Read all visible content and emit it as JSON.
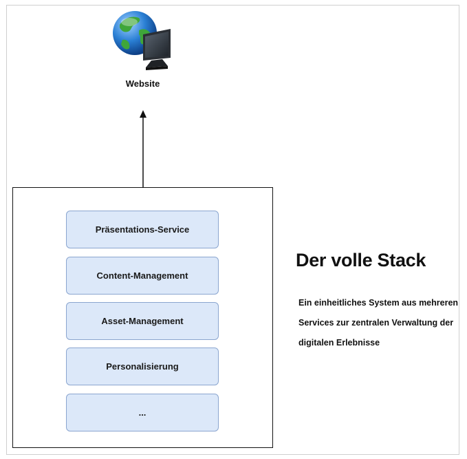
{
  "website": {
    "label": "Website",
    "icon": "globe-monitor-icon"
  },
  "stack": {
    "layers": [
      {
        "label": "Präsentations-Service"
      },
      {
        "label": "Content-Management"
      },
      {
        "label": "Asset-Management"
      },
      {
        "label": "Personalisierung"
      },
      {
        "label": "..."
      }
    ]
  },
  "heading": "Der volle Stack",
  "description_lines": [
    "Ein einheitliches System aus mehreren",
    "Services zur zentralen Verwaltung der",
    "digitalen Erlebnisse"
  ],
  "colors": {
    "layer_fill": "#dce8f9",
    "layer_border": "#8aa5cf",
    "globe_ocean": "#2a7fd4",
    "globe_land": "#3fa63a"
  }
}
